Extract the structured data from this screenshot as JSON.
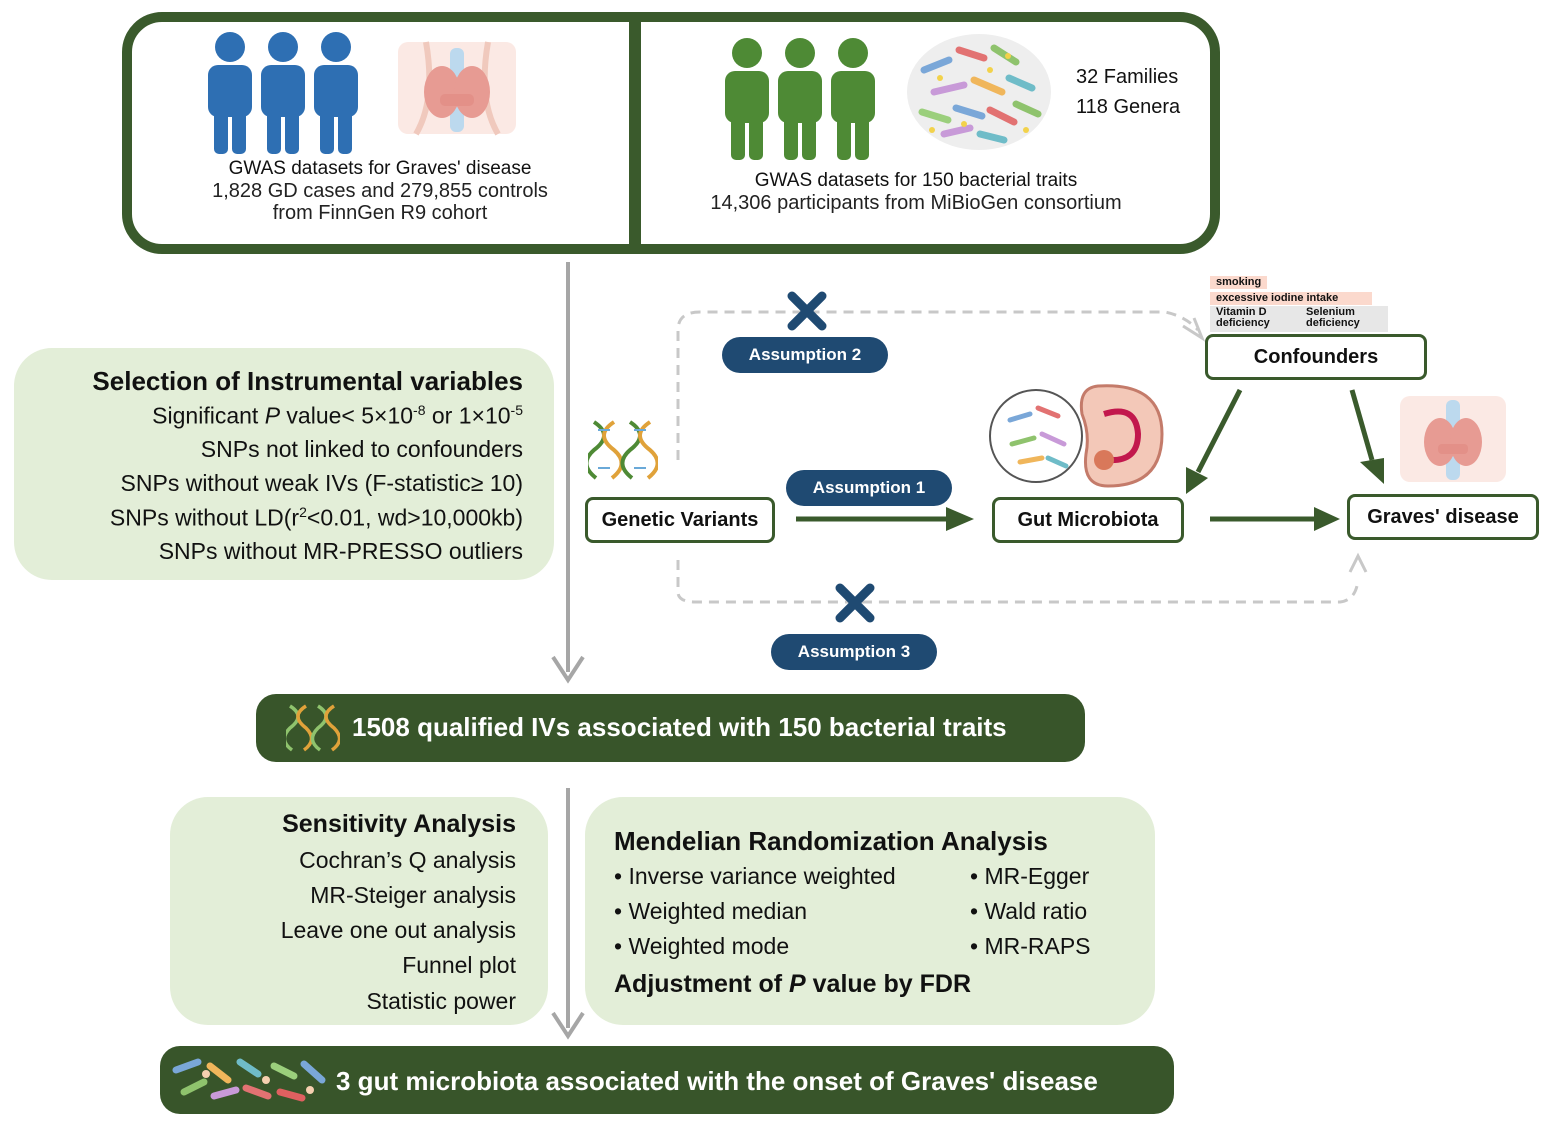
{
  "colors": {
    "dark_green": "#3a5a2c",
    "band_green": "#38552a",
    "panel_green": "#e3eed8",
    "people_blue": "#2e6fb3",
    "people_green": "#4e8a35",
    "pill_blue": "#1f4a72",
    "arrow_gray": "#a6a6a6"
  },
  "icons": [
    "people-blue-icon",
    "thyroid-icon",
    "people-green-icon",
    "bacteria-cluster-icon",
    "dna-helix-icon",
    "intestine-icon",
    "cross-icon",
    "bacteria-row-icon"
  ],
  "gd_dataset": {
    "title": "GWAS datasets for Graves' disease",
    "line1": "1,828 GD cases and 279,855 controls",
    "line2": "from FinnGen R9 cohort"
  },
  "bacteria_dataset": {
    "families": "32 Families",
    "genera": "118 Genera",
    "title": "GWAS datasets for  150 bacterial traits",
    "line1": "14,306 participants from MiBioGen consortium"
  },
  "iv_selection": {
    "title": "Selection of Instrumental variables",
    "p_prefix": "Significant ",
    "p_letter": "P",
    "p_mid": " value< 5×10",
    "p_exp1": "-8",
    "p_or": " or 1×10",
    "p_exp2": "-5",
    "line2": "SNPs not linked to confounders",
    "line3": "SNPs without weak IVs (F-statistic≥ 10)",
    "ld_prefix": "SNPs without LD(r",
    "ld_sup": "2",
    "ld_suffix": "<0.01, wd>10,000kb)",
    "line5": "SNPs without MR-PRESSO outliers"
  },
  "mr_diagram": {
    "confounder_tags": {
      "smoking": "smoking",
      "iodine": "excessive iodine intake",
      "vitd1": "Vitamin D",
      "vitd2": "deficiency",
      "sel1": "Selenium",
      "sel2": "deficiency"
    },
    "confounders": "Confounders",
    "genetic_variants": "Genetic Variants",
    "gut_microbiota": "Gut Microbiota",
    "graves": "Graves' disease",
    "assumption1": "Assumption 1",
    "assumption2": "Assumption 2",
    "assumption3": "Assumption 3"
  },
  "qualified_band": "1508 qualified IVs associated with 150 bacterial traits",
  "sensitivity": {
    "title": "Sensitivity Analysis",
    "items": [
      "Cochran’s Q analysis",
      "MR-Steiger analysis",
      "Leave one out analysis",
      "Funnel plot",
      "Statistic power"
    ]
  },
  "mr_analysis": {
    "title": "Mendelian Randomization Analysis",
    "left": [
      "Inverse variance weighted",
      "Weighted median",
      "Weighted mode"
    ],
    "right": [
      "MR-Egger",
      "Wald ratio",
      "MR-RAPS"
    ],
    "fdr_prefix": "Adjustment of ",
    "fdr_letter": "P",
    "fdr_suffix": " value by FDR"
  },
  "result_band": "3 gut microbiota associated with the onset of Graves' disease"
}
